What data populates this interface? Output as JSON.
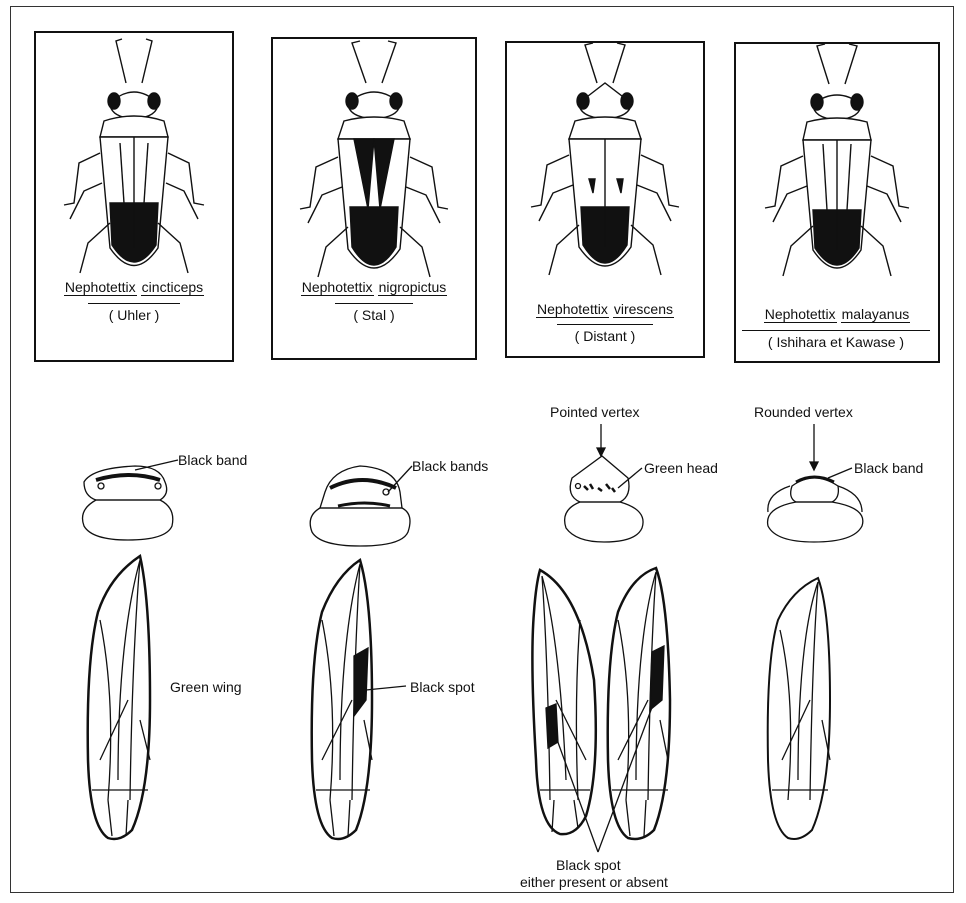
{
  "species": [
    {
      "genus": "Nephotettix",
      "epithet": "cincticeps",
      "author": "( Uhler )"
    },
    {
      "genus": "Nephotettix",
      "epithet": "nigropictus",
      "author": "( Stal )"
    },
    {
      "genus": "Nephotettix",
      "epithet": "virescens",
      "author": "( Distant )"
    },
    {
      "genus": "Nephotettix",
      "epithet": "malayanus",
      "author": "( Ishihara et Kawase )"
    }
  ],
  "labels": {
    "black_band_1": "Black band",
    "black_bands": "Black bands",
    "pointed_vertex": "Pointed vertex",
    "green_head": "Green head",
    "rounded_vertex": "Rounded vertex",
    "black_band_4": "Black band",
    "green_wing": "Green wing",
    "black_spot": "Black spot",
    "black_spot_either_line1": "Black spot",
    "black_spot_either_line2": "either present or absent"
  }
}
